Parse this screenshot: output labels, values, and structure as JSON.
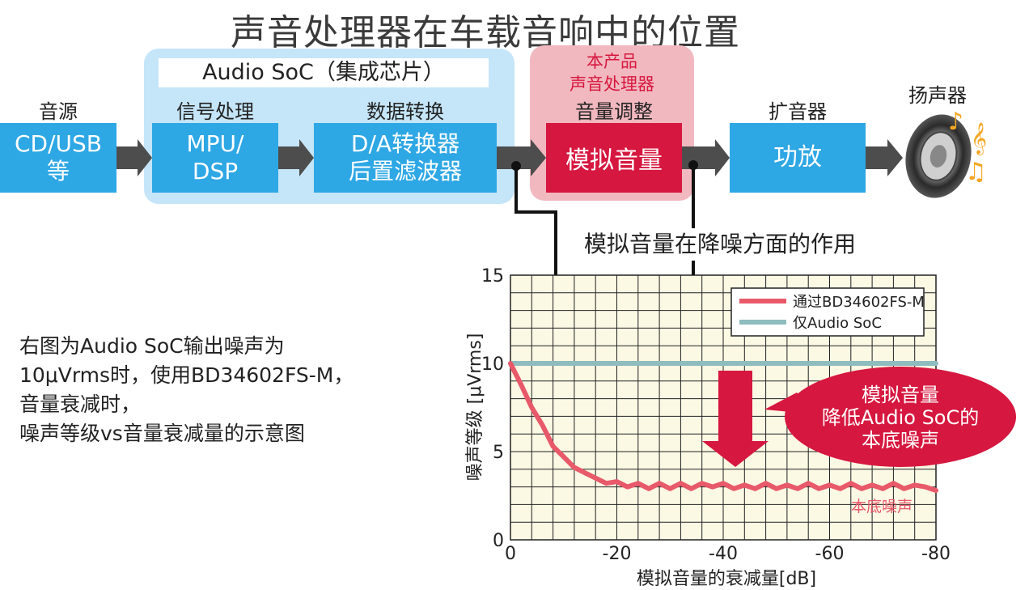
{
  "title": "声音处理器在车载音响中的位置",
  "soc_panel": {
    "title": "Audio SoC（集成芯片）"
  },
  "product_panel": {
    "line1": "本产品",
    "line2": "声音处理器"
  },
  "stages": [
    {
      "label": "音源",
      "box_line1": "CD/USB",
      "box_line2": "等"
    },
    {
      "label": "信号处理",
      "box_line1": "MPU/",
      "box_line2": "DSP"
    },
    {
      "label": "数据转换",
      "box_line1": "D/A转换器",
      "box_line2": "后置滤波器"
    },
    {
      "label": "音量调整",
      "box_line1": "模拟音量",
      "box_line2": ""
    },
    {
      "label": "扩音器",
      "box_line1": "功放",
      "box_line2": ""
    }
  ],
  "speaker_label": "扬声器",
  "section_title": "模拟音量在降噪方面的作用",
  "description": [
    "右图为Audio SoC输出噪声为",
    "10μVrms时，使用BD34602FS-M，",
    "音量衰减时，",
    "噪声等级vs音量衰减量的示意图"
  ],
  "callout": {
    "line1": "模拟音量",
    "line2": "降低Audio SoC的",
    "line3": "本底噪声"
  },
  "noise_floor_label": "本底噪声",
  "colors": {
    "blue": "#2ea7e5",
    "red": "#d6173f",
    "soc_bg": "#c5e5f8",
    "prod_bg": "#f1b8bf",
    "grid_bg": "#fbf8e4",
    "series_pink": "#e8596a",
    "series_teal": "#8fbcbe"
  },
  "chart_data": {
    "type": "line",
    "xlabel": "模拟音量的衰减量[dB]",
    "ylabel": "噪声等级 [μVrms]",
    "xlim": [
      0,
      -80
    ],
    "ylim": [
      0,
      15
    ],
    "x_ticks": [
      "0",
      "-20",
      "-40",
      "-60",
      "-80"
    ],
    "y_ticks": [
      "0",
      "5",
      "10",
      "15"
    ],
    "grid": true,
    "legend_position": "top-right",
    "series": [
      {
        "name": "通过BD34602FS-M",
        "x": [
          0,
          -2,
          -4,
          -6,
          -8,
          -10,
          -12,
          -14,
          -16,
          -18,
          -20,
          -22,
          -24,
          -26,
          -28,
          -30,
          -32,
          -34,
          -36,
          -38,
          -40,
          -42,
          -44,
          -46,
          -48,
          -50,
          -52,
          -54,
          -56,
          -58,
          -60,
          -62,
          -64,
          -66,
          -68,
          -70,
          -72,
          -74,
          -76,
          -78,
          -80
        ],
        "values": [
          10.0,
          8.8,
          7.5,
          6.5,
          5.3,
          4.7,
          4.1,
          3.8,
          3.5,
          3.2,
          3.3,
          3.0,
          3.2,
          2.9,
          3.2,
          2.9,
          3.2,
          2.9,
          3.2,
          3.0,
          3.2,
          2.9,
          3.1,
          2.9,
          3.2,
          2.9,
          3.1,
          2.9,
          3.2,
          2.9,
          3.1,
          2.9,
          3.2,
          2.9,
          3.1,
          2.9,
          3.2,
          2.9,
          3.1,
          3.0,
          2.8
        ]
      },
      {
        "name": "仅Audio SoC",
        "x": [
          0,
          -80
        ],
        "values": [
          10.0,
          10.0
        ]
      }
    ]
  }
}
